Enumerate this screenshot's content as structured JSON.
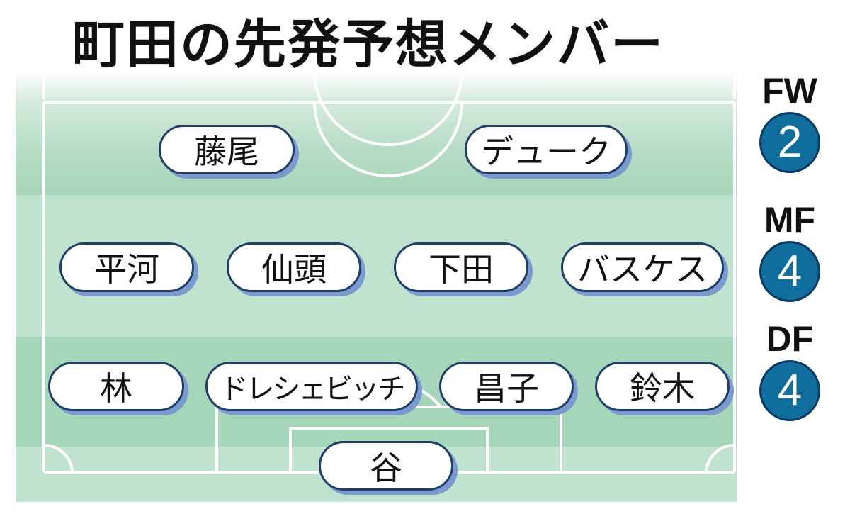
{
  "title": "町田の先発予想メンバー",
  "positions": [
    {
      "label": "FW",
      "count": "2"
    },
    {
      "label": "MF",
      "count": "4"
    },
    {
      "label": "DF",
      "count": "4"
    }
  ],
  "players": {
    "fw": [
      "藤尾",
      "デューク"
    ],
    "mf": [
      "平河",
      "仙頭",
      "下田",
      "バスケス"
    ],
    "df": [
      "林",
      "ドレシェビッチ",
      "昌子",
      "鈴木"
    ],
    "gk": [
      "谷"
    ]
  },
  "colors": {
    "badge": "#0f6e9b",
    "pill_border": "#1f3f66",
    "pill_shadow": "#7a9ad0",
    "pitch_dark": "#a6d6b9",
    "pitch_light": "#c0e3cf"
  }
}
